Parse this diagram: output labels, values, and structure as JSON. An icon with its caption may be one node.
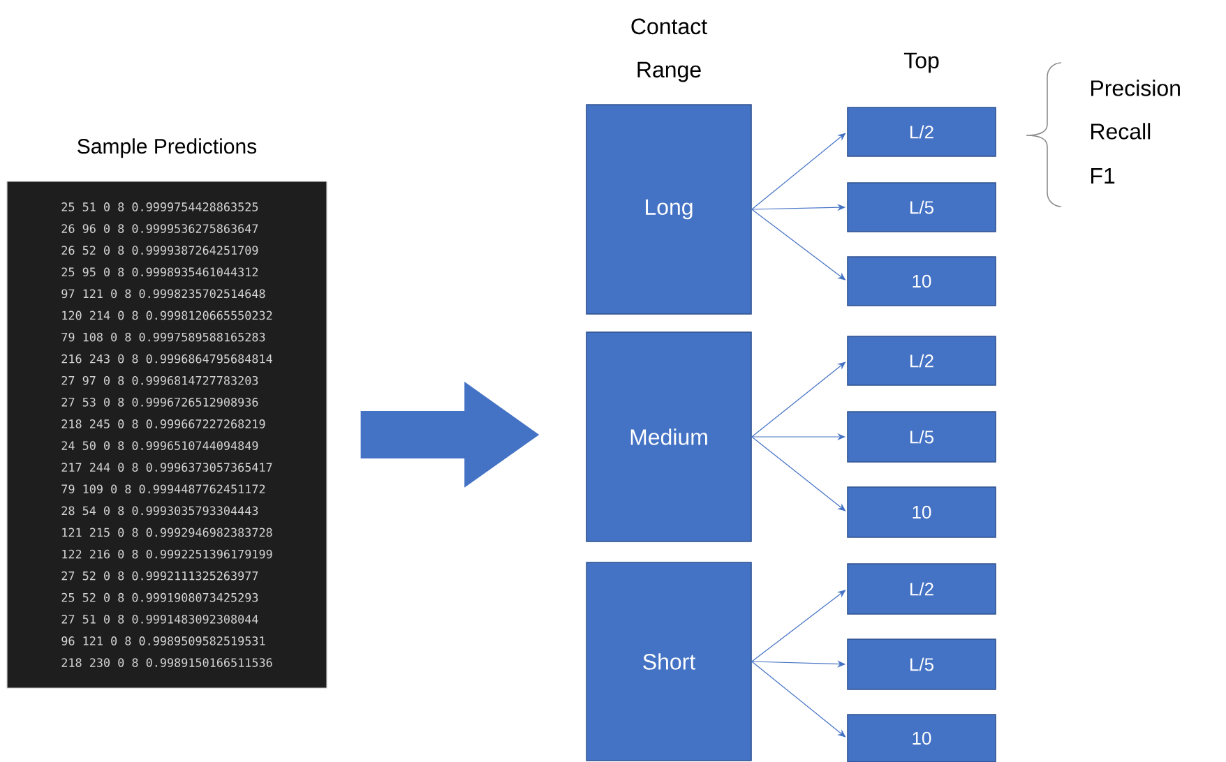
{
  "diagram": {
    "nodes": [
      {
        "text": [
          "Sample Predictions",
          "25 51 0 8 0.9999754428863525",
          "26 96 0 8 0.9999536275863647",
          "26 52 0 8 0.9999387264251709",
          "25 95 0 8 0.9998935461044312",
          "97 121 0 8 0.9998235702514648",
          "120 214 0 8 0.9998120665550232",
          "79 108 0 8 0.9997589588165283",
          "216 243 0 8 0.9996864795684814",
          "27 97 0 8 0.9996814727783203",
          "27 53 0 8 0.9996726512908936",
          "218 245 0 8 0.999667227268219",
          "24 50 0 8 0.9996510744094849",
          "217 244 0 8 0.9996373057365417",
          "79 109 0 8 0.9994487762451172",
          "28 54 0 8 0.9993035793304443",
          "121 215 0 8 0.9992946982383728",
          "122 216 0 8 0.9992251396179199",
          "27 52 0 8 0.9992111325263977",
          "25 52 0 8 0.9991908073425293",
          "27 51 0 8 0.9991483092308044",
          "96 121 0 8 0.9989509582519531",
          "218 230 0 8 0.9989150166511536"
        ]
      },
      {
        "text": [
          "Long"
        ]
      },
      {
        "text": [
          "Medium"
        ]
      },
      {
        "text": [
          "Short"
        ]
      },
      {
        "text": [
          "L/2"
        ]
      },
      {
        "text": [
          "L/5"
        ]
      },
      {
        "text": [
          "10"
        ]
      },
      {
        "text": [
          "L/2"
        ]
      },
      {
        "text": [
          "L/5"
        ]
      },
      {
        "text": [
          "10"
        ]
      },
      {
        "text": [
          "L/2"
        ]
      },
      {
        "text": [
          "L/5"
        ]
      },
      {
        "text": [
          "10"
        ]
      }
    ],
    "edges": [
      {
        "from": 0,
        "to": 2,
        "arrow": "to",
        "style": "thick"
      },
      {
        "from": 1,
        "to": 4,
        "arrow": "to"
      },
      {
        "from": 1,
        "to": 5,
        "arrow": "to"
      },
      {
        "from": 1,
        "to": 6,
        "arrow": "to"
      },
      {
        "from": 2,
        "to": 7,
        "arrow": "to"
      },
      {
        "from": 2,
        "to": 8,
        "arrow": "to"
      },
      {
        "from": 2,
        "to": 9,
        "arrow": "to"
      },
      {
        "from": 3,
        "to": 10,
        "arrow": "to"
      },
      {
        "from": 3,
        "to": 11,
        "arrow": "to"
      },
      {
        "from": 3,
        "to": 12,
        "arrow": "to"
      }
    ],
    "labels": [
      "Contact Range",
      "Top",
      "Precision",
      "Recall",
      "F1"
    ]
  }
}
